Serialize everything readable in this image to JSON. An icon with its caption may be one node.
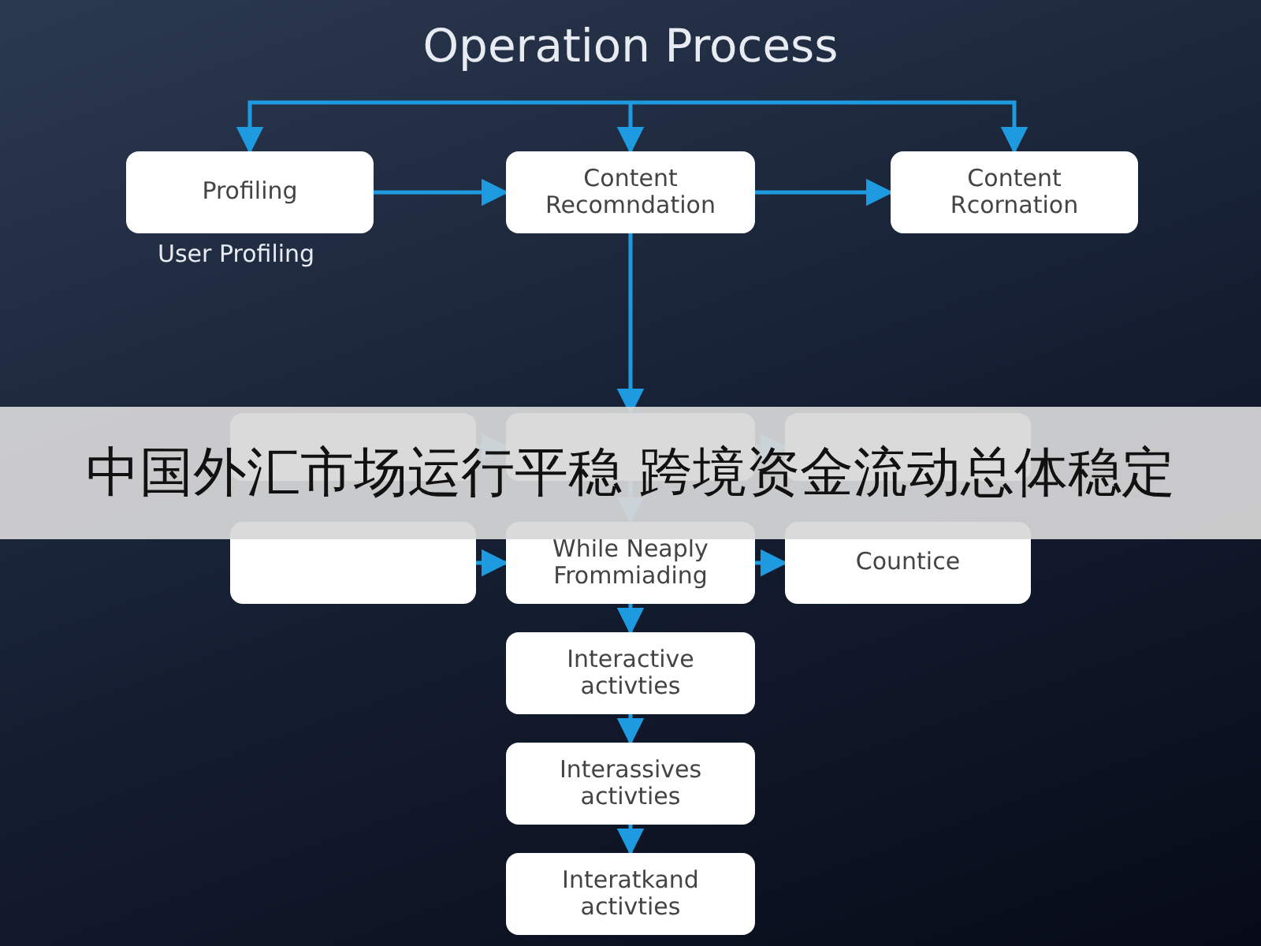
{
  "diagram": {
    "title": "Operation Process",
    "nodes": [
      {
        "text": [
          "Profiling"
        ],
        "beside": [
          "User Profiling"
        ]
      },
      {
        "text": [
          "Content Recomndation"
        ]
      },
      {
        "text": [
          "Content Rcornation"
        ]
      },
      {
        "text": [],
        "shape": "box"
      },
      {
        "text": [],
        "shape": "box"
      },
      {
        "text": [],
        "shape": "box"
      },
      {
        "text": [],
        "shape": "box"
      },
      {
        "text": [
          "While Neaply Frommiading"
        ]
      },
      {
        "text": [
          "Countice"
        ]
      },
      {
        "text": [
          "Interactive activties"
        ]
      },
      {
        "text": [
          "Interassives activties"
        ]
      },
      {
        "text": [
          "Interatkand activties"
        ]
      }
    ],
    "edges": [
      {
        "from": null,
        "to": 0,
        "arrow": "to"
      },
      {
        "from": null,
        "to": 1,
        "arrow": "to"
      },
      {
        "from": null,
        "to": 2,
        "arrow": "to"
      },
      {
        "from": 0,
        "to": 1,
        "arrow": "to"
      },
      {
        "from": 1,
        "to": 2,
        "arrow": "to"
      },
      {
        "from": 1,
        "to": 4,
        "arrow": "to"
      },
      {
        "from": 3,
        "to": 4,
        "arrow": "to"
      },
      {
        "from": 4,
        "to": 5,
        "arrow": "to"
      },
      {
        "from": 4,
        "to": 7,
        "arrow": "to"
      },
      {
        "from": 6,
        "to": 7,
        "arrow": "to"
      },
      {
        "from": 7,
        "to": 8,
        "arrow": "to"
      },
      {
        "from": 7,
        "to": 9,
        "arrow": "to"
      },
      {
        "from": 9,
        "to": 10,
        "arrow": "to"
      },
      {
        "from": 10,
        "to": 11,
        "arrow": "to"
      }
    ],
    "labels": [
      "中国外汇市场运行平稳 跨境资金流动总体稳定"
    ]
  }
}
